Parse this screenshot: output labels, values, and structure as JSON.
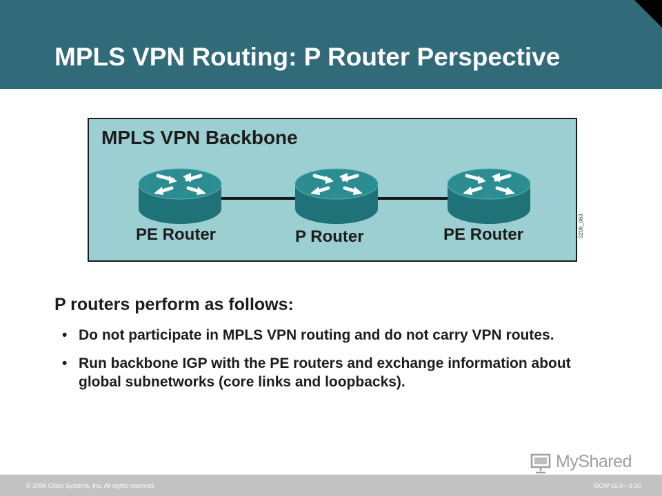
{
  "slide": {
    "title": "MPLS VPN Routing: P Router Perspective"
  },
  "diagram": {
    "title": "MPLS VPN Backbone",
    "routers": [
      {
        "label": "PE Router"
      },
      {
        "label": "P Router"
      },
      {
        "label": "PE Router"
      }
    ],
    "figure_id": "3206_063",
    "router_color": "#2b8d92"
  },
  "content": {
    "lead": "P routers perform as follows:",
    "bullets": [
      "Do not participate in MPLS VPN routing and do not carry VPN routes.",
      "Run backbone IGP with the PE routers and exchange information about global subnetworks (core links and loopbacks)."
    ],
    "bullet_symbol": "•"
  },
  "footer": {
    "copyright": "© 2006 Cisco Systems, Inc. All rights reserved.",
    "course_ref": "ISCW v1.0—3-30"
  },
  "watermark": {
    "text": "MyShared",
    "icon": "presentation-board-icon"
  },
  "colors": {
    "title_bar": "#316a78",
    "diagram_bg": "#9ccfd1",
    "footer": "#c2c2c2"
  }
}
